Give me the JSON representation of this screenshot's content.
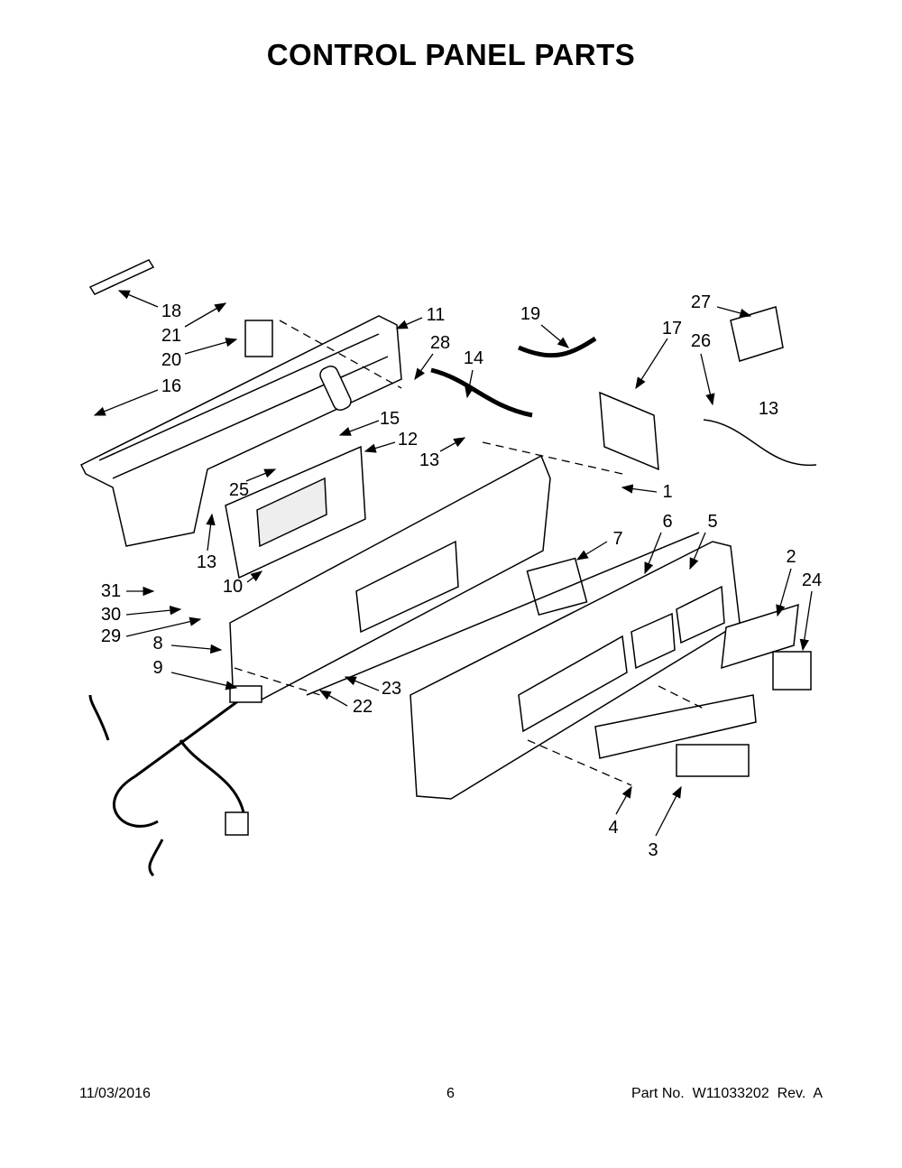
{
  "title": "CONTROL PANEL PARTS",
  "callouts": [
    "18",
    "21",
    "20",
    "16",
    "11",
    "28",
    "14",
    "19",
    "17",
    "27",
    "26",
    "13",
    "15",
    "12",
    "13",
    "25",
    "1",
    "13",
    "10",
    "31",
    "30",
    "29",
    "8",
    "9",
    "7",
    "6",
    "5",
    "2",
    "24",
    "23",
    "22",
    "4",
    "3"
  ],
  "footer": {
    "date": "11/03/2016",
    "page": "6",
    "part_no": "Part No.  W11033202  Rev.  A"
  }
}
